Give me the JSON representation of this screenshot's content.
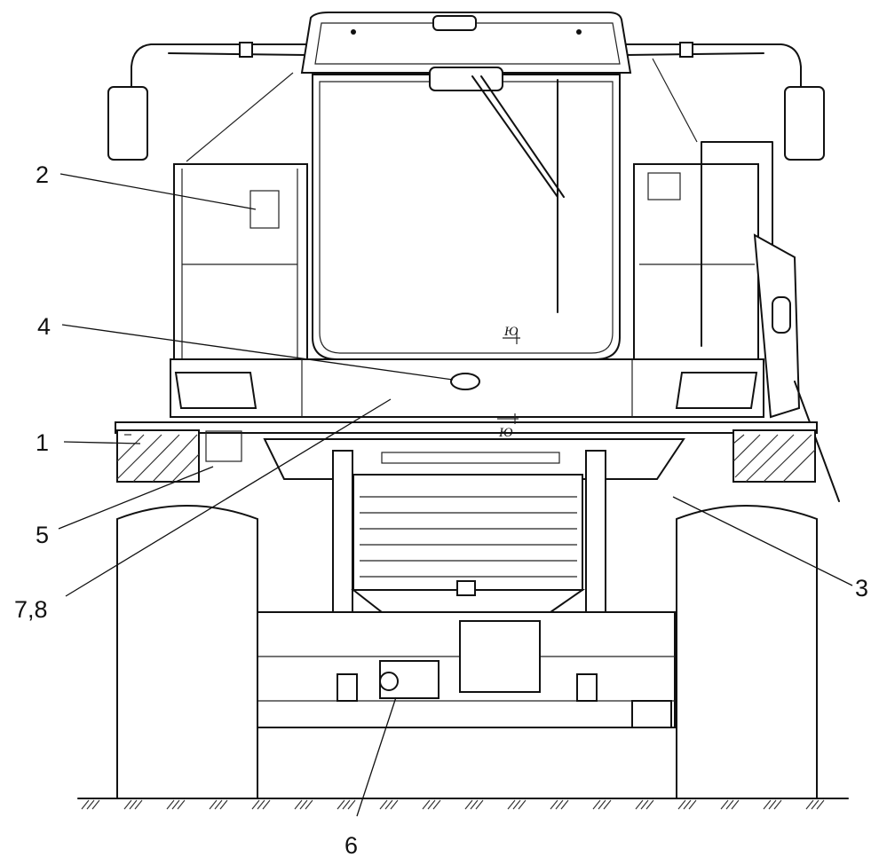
{
  "callouts": {
    "c1": "1",
    "c2": "2",
    "c3": "3",
    "c4": "4",
    "c5": "5",
    "c6": "6",
    "c78": "7,8"
  },
  "marks": {
    "center_mark_upper": "Ю",
    "center_mark_lower": "Ю"
  },
  "colors": {
    "line": "#111111",
    "background": "#ffffff"
  }
}
